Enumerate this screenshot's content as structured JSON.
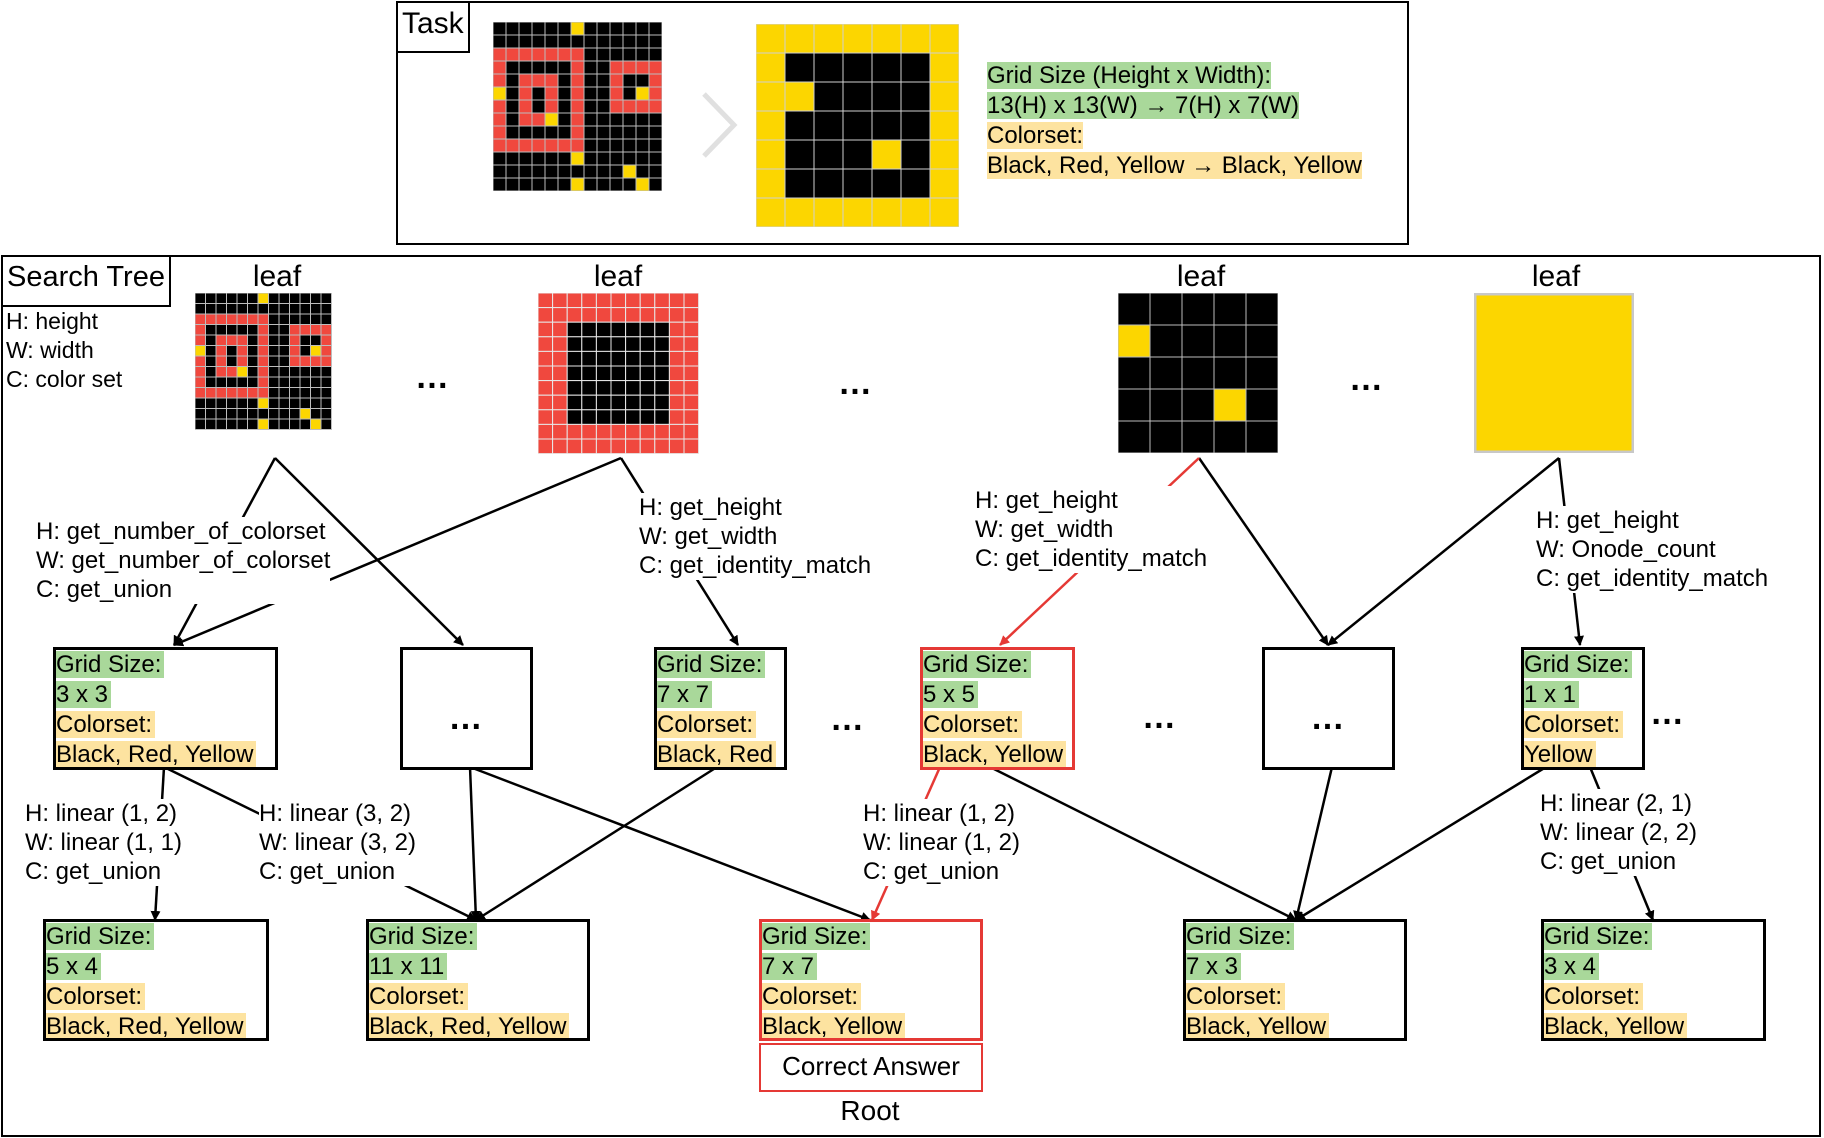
{
  "task": {
    "tag": "Task",
    "info": {
      "grid_size_label": "Grid Size (Height x Width):",
      "grid_size_value": "13(H) x 13(W) →  7(H) x 7(W)",
      "colorset_label": "Colorset:",
      "colorset_value": "Black, Red, Yellow  →  Black, Yellow"
    },
    "arrow_icon": "chevron-right-icon"
  },
  "search_tree": {
    "tag": "Search Tree",
    "legend": [
      "H: height",
      "W: width",
      "C: color set"
    ],
    "leaf_label": "leaf",
    "ellipsis": "…",
    "edge_labels": [
      [
        "H: get_number_of_colorset",
        "W: get_number_of_colorset",
        "C: get_union"
      ],
      [
        "H: get_height",
        "W: get_width",
        "C: get_identity_match"
      ],
      [
        "H: get_height",
        "W: get_width",
        "C: get_identity_match"
      ],
      [
        "H: get_height",
        "W: Onode_count",
        "C: get_identity_match"
      ],
      [
        "H: linear (1, 2)",
        "W: linear (1, 1)",
        "C: get_union"
      ],
      [
        "H: linear (3, 2)",
        "W: linear (3, 2)",
        "C: get_union"
      ],
      [
        "H: linear (1, 2)",
        "W: linear (1, 2)",
        "C: get_union"
      ],
      [
        "H: linear (2, 1)",
        "W: linear (2, 2)",
        "C: get_union"
      ]
    ],
    "middle_nodes": [
      {
        "grid_label": "Grid Size:",
        "grid": "3 x 3",
        "color_label": "Colorset:",
        "colors": "Black, Red, Yellow"
      },
      {
        "grid_label": "Grid Size:",
        "grid": "7 x 7",
        "color_label": "Colorset:",
        "colors": "Black, Red"
      },
      {
        "grid_label": "Grid Size:",
        "grid": "5 x 5",
        "color_label": "Colorset:",
        "colors": "Black, Yellow"
      },
      {
        "grid_label": "Grid Size:",
        "grid": "1 x 1",
        "color_label": "Colorset:",
        "colors": "Yellow"
      }
    ],
    "bottom_nodes": [
      {
        "grid_label": "Grid Size:",
        "grid": "5 x 4",
        "color_label": "Colorset:",
        "colors": "Black, Red, Yellow"
      },
      {
        "grid_label": "Grid Size:",
        "grid": "11 x 11",
        "color_label": "Colorset:",
        "colors": "Black, Red, Yellow"
      },
      {
        "grid_label": "Grid Size:",
        "grid": "7 x 7",
        "color_label": "Colorset:",
        "colors": "Black, Yellow"
      },
      {
        "grid_label": "Grid Size:",
        "grid": "7 x 3",
        "color_label": "Colorset:",
        "colors": "Black, Yellow"
      },
      {
        "grid_label": "Grid Size:",
        "grid": "3 x 4",
        "color_label": "Colorset:",
        "colors": "Black, Yellow"
      }
    ],
    "correct_answer": "Correct Answer",
    "root_label": "Root"
  },
  "colors": {
    "black": "#000000",
    "red": "#f0483e",
    "yellow": "#fcd600",
    "highlight_green": "#a9d89a",
    "highlight_yellow": "#fde3a0",
    "correct_path": "#e53935"
  }
}
